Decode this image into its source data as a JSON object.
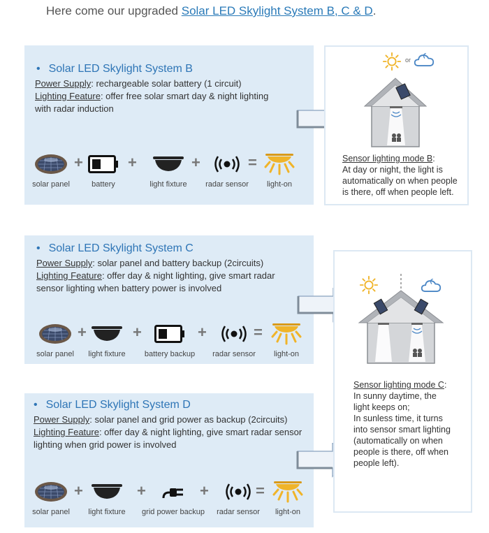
{
  "intro": {
    "prefix": "Here come our upgraded ",
    "link": "Solar LED Skylight System B, C & D",
    "suffix": "."
  },
  "system_b": {
    "title": "Solar LED Skylight System B",
    "power_label": "Power Supply",
    "power_text": ": rechargeable solar battery (1 circuit)",
    "feature_label": "Lighting Feature",
    "feature_text": ": offer free solar smart day & night lighting with radar induction",
    "components": [
      "solar panel",
      "battery",
      "light fixture",
      "radar sensor",
      "light-on"
    ],
    "mode_label": "Sensor lighting mode B",
    "mode_text": "At day or night, the light is automatically on when people is there, off when people left.",
    "weather_or": "or"
  },
  "system_c": {
    "title": "Solar LED Skylight System C",
    "power_label": "Power Supply",
    "power_text": ": solar panel and battery backup (2circuits)",
    "feature_label": "Lighting Feature",
    "feature_text": ": offer day & night lighting, give smart radar sensor lighting when battery power is involved",
    "components": [
      "solar panel",
      "light fixture",
      "battery backup",
      "radar sensor",
      "light-on"
    ]
  },
  "system_d": {
    "title": "Solar LED Skylight System D",
    "power_label": "Power Supply",
    "power_text": ": solar panel and grid power as backup (2circuits)",
    "feature_label": "Lighting Feature",
    "feature_text": ": offer day & night lighting, give smart radar sensor lighting when grid power is involved",
    "components": [
      "solar panel",
      "light fixture",
      "grid power backup",
      "radar sensor",
      "light-on"
    ]
  },
  "mode_c": {
    "mode_label": "Sensor lighting mode C",
    "lines": [
      "In sunny daytime,  the",
      "light keeps on;",
      "In sunless time, it turns",
      "into sensor smart lighting",
      "(automatically on when",
      "people is there, off when",
      "people left)."
    ]
  },
  "colors": {
    "panel_bg": "#deebf6",
    "title_blue": "#2e75b6",
    "sun_yellow": "#f0b429",
    "cloud_blue": "#4a86c5"
  }
}
